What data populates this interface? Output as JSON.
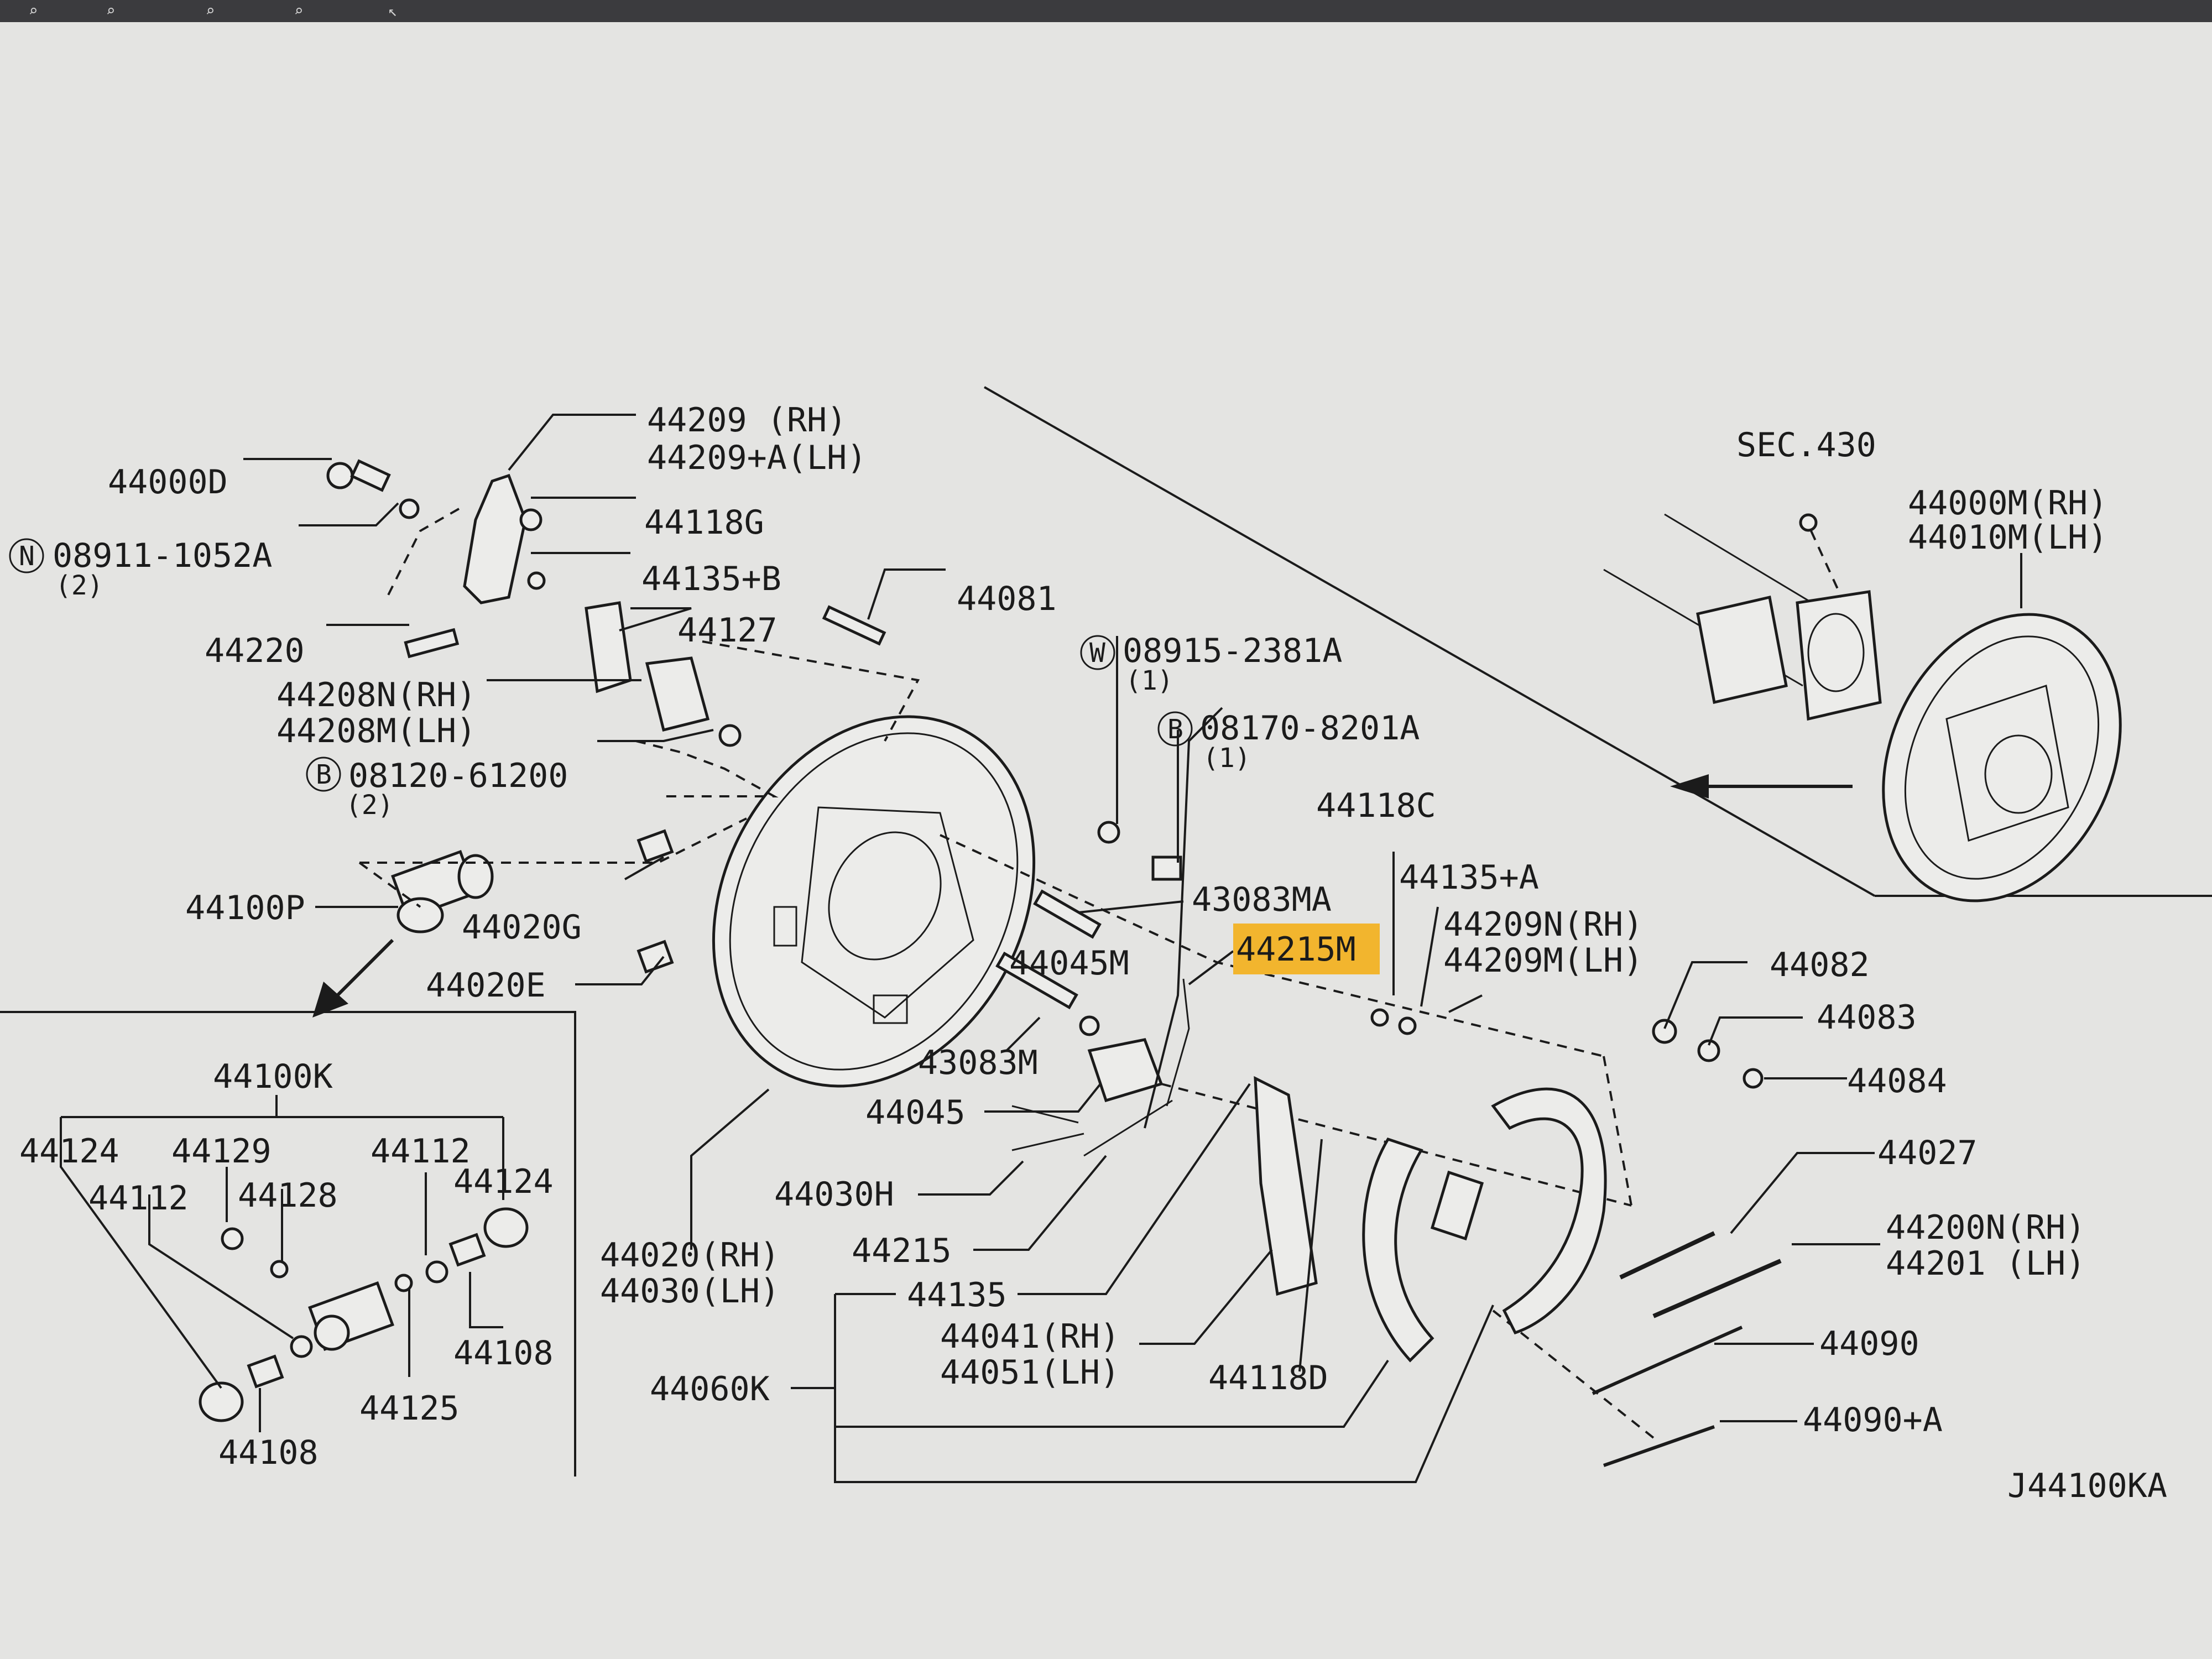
{
  "toolbar": {
    "icons": [
      "zoom-in-icon",
      "zoom-out-icon",
      "zoom-fit-icon",
      "zoom-reset-icon",
      "pointer-icon"
    ]
  },
  "diagram": {
    "code": "J44100KA",
    "section_ref": "SEC.430",
    "highlight_color": "#f2b52e",
    "labels": {
      "p44209_rh": "44209  (RH)",
      "p44209a_lh": "44209+A(LH)",
      "p44000d": "44000D",
      "p08911": "08911-1052A",
      "p08911_qty": "(2)",
      "p44118g": "44118G",
      "p44135b": "44135+B",
      "p44220": "44220",
      "p44127": "44127",
      "p44081": "44081",
      "p44208n": "44208N(RH)",
      "p44208m": "44208M(LH)",
      "p08120": "08120-61200",
      "p08120_qty": "(2)",
      "p08915": "08915-2381A",
      "p08915_qty": "(1)",
      "p08170": "08170-8201A",
      "p08170_qty": "(1)",
      "p44118c": "44118C",
      "p44135a": "44135+A",
      "p44209n": "44209N(RH)",
      "p44209m": "44209M(LH)",
      "p43083ma": "43083MA",
      "p44215m": "44215M",
      "p44100p": "44100P",
      "p44020g": "44020G",
      "p44020e": "44020E",
      "p44045m": "44045M",
      "p43083m": "43083M",
      "p44045": "44045",
      "p44082": "44082",
      "p44083": "44083",
      "p44084": "44084",
      "p44027": "44027",
      "p44200n": "44200N(RH)",
      "p44201": "44201  (LH)",
      "p44090": "44090",
      "p44090a": "44090+A",
      "p44030h": "44030H",
      "p44215": "44215",
      "p44135": "44135",
      "p44020rh": "44020(RH)",
      "p44030lh": "44030(LH)",
      "p44041": "44041(RH)",
      "p44051": "44051(LH)",
      "p44118d": "44118D",
      "p44060k": "44060K",
      "p44000m": "44000M(RH)",
      "p44010m": "44010M(LH)",
      "p44100k": "44100K",
      "p44124a": "44124",
      "p44129": "44129",
      "p44112a": "44112",
      "p44124b": "44124",
      "p44112b": "44112",
      "p44128": "44128",
      "p44108a": "44108",
      "p44125": "44125",
      "p44108b": "44108"
    },
    "markers": {
      "n": "N",
      "w": "W",
      "b": "B"
    }
  }
}
